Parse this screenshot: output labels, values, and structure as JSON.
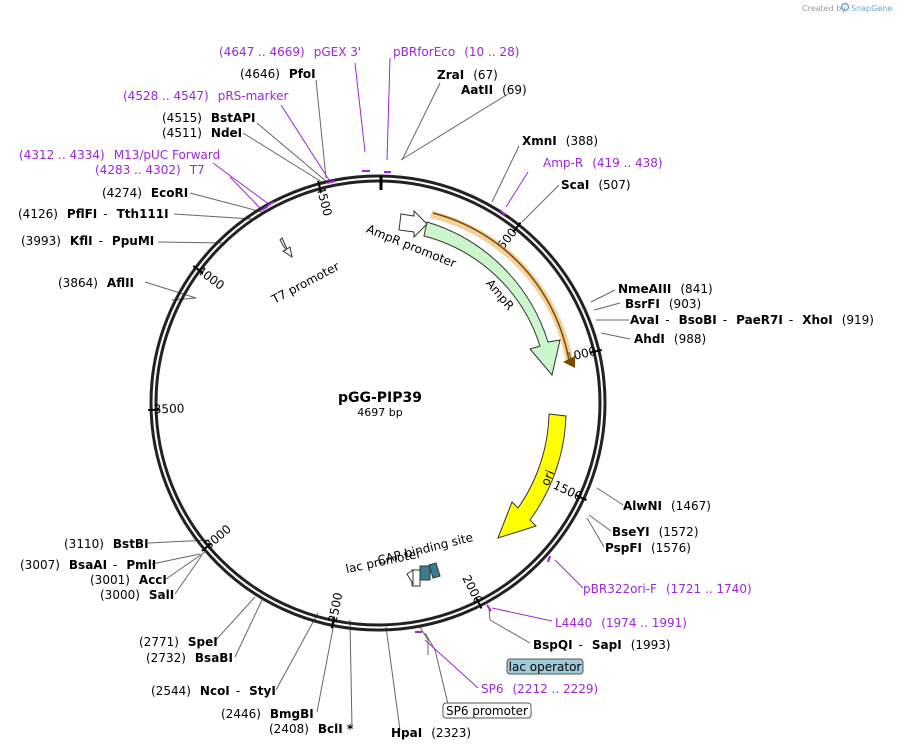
{
  "watermark": {
    "prefix": "Created by",
    "brand": "SnapGene"
  },
  "plasmid": {
    "name": "pGG-PIP39",
    "length_label": "4697 bp",
    "length": 4697
  },
  "ticks": [
    "500",
    "1000",
    "1500",
    "2000",
    "2500",
    "3000",
    "3500",
    "4000",
    "4500"
  ],
  "enzyme_rows": [
    {
      "id": "pfoi",
      "parts": [
        {
          "k": "s",
          "t": "(4646)"
        },
        {
          "k": "e",
          "t": "PfoI"
        }
      ]
    },
    {
      "id": "zrai",
      "parts": [
        {
          "k": "e",
          "t": "ZraI"
        },
        {
          "k": "s",
          "t": "(67)"
        }
      ]
    },
    {
      "id": "aatii",
      "parts": [
        {
          "k": "e",
          "t": "AatII"
        },
        {
          "k": "s",
          "t": "(69)"
        }
      ]
    },
    {
      "id": "bstapi",
      "parts": [
        {
          "k": "s",
          "t": "(4515)"
        },
        {
          "k": "e",
          "t": "BstAPI"
        }
      ]
    },
    {
      "id": "ndei",
      "parts": [
        {
          "k": "s",
          "t": "(4511)"
        },
        {
          "k": "e",
          "t": "NdeI"
        }
      ]
    },
    {
      "id": "xmni",
      "parts": [
        {
          "k": "e",
          "t": "XmnI"
        },
        {
          "k": "s",
          "t": "(388)"
        }
      ]
    },
    {
      "id": "scai",
      "parts": [
        {
          "k": "e",
          "t": "ScaI"
        },
        {
          "k": "s",
          "t": "(507)"
        }
      ]
    },
    {
      "id": "ecori",
      "parts": [
        {
          "k": "s",
          "t": "(4274)"
        },
        {
          "k": "e",
          "t": "EcoRI"
        }
      ]
    },
    {
      "id": "pflfi",
      "parts": [
        {
          "k": "s",
          "t": "(4126)"
        },
        {
          "k": "e",
          "t": "PflFI"
        },
        {
          "k": "s",
          "t": "-"
        },
        {
          "k": "e",
          "t": "Tth111I"
        }
      ]
    },
    {
      "id": "kfli",
      "parts": [
        {
          "k": "s",
          "t": "(3993)"
        },
        {
          "k": "e",
          "t": "KflI"
        },
        {
          "k": "s",
          "t": "-"
        },
        {
          "k": "e",
          "t": "PpuMI"
        }
      ]
    },
    {
      "id": "aflii",
      "parts": [
        {
          "k": "s",
          "t": "(3864)"
        },
        {
          "k": "e",
          "t": "AflII"
        }
      ]
    },
    {
      "id": "nmeaiii",
      "parts": [
        {
          "k": "e",
          "t": "NmeAIII"
        },
        {
          "k": "s",
          "t": "(841)"
        }
      ]
    },
    {
      "id": "bsrfi",
      "parts": [
        {
          "k": "e",
          "t": "BsrFI"
        },
        {
          "k": "s",
          "t": "(903)"
        }
      ]
    },
    {
      "id": "avai",
      "parts": [
        {
          "k": "e",
          "t": "AvaI"
        },
        {
          "k": "s",
          "t": "-"
        },
        {
          "k": "e",
          "t": "BsoBI"
        },
        {
          "k": "s",
          "t": "-"
        },
        {
          "k": "e",
          "t": "PaeR7I"
        },
        {
          "k": "s",
          "t": "-"
        },
        {
          "k": "e",
          "t": "XhoI"
        },
        {
          "k": "s",
          "t": "(919)"
        }
      ]
    },
    {
      "id": "ahdi",
      "parts": [
        {
          "k": "e",
          "t": "AhdI"
        },
        {
          "k": "s",
          "t": "(988)"
        }
      ]
    },
    {
      "id": "alwni",
      "parts": [
        {
          "k": "e",
          "t": "AlwNI"
        },
        {
          "k": "s",
          "t": "(1467)"
        }
      ]
    },
    {
      "id": "bseyi",
      "parts": [
        {
          "k": "e",
          "t": "BseYI"
        },
        {
          "k": "s",
          "t": "(1572)"
        }
      ]
    },
    {
      "id": "pspfi",
      "parts": [
        {
          "k": "e",
          "t": "PspFI"
        },
        {
          "k": "s",
          "t": "(1576)"
        }
      ]
    },
    {
      "id": "bstbi",
      "parts": [
        {
          "k": "s",
          "t": "(3110)"
        },
        {
          "k": "e",
          "t": "BstBI"
        }
      ]
    },
    {
      "id": "bsaai",
      "parts": [
        {
          "k": "s",
          "t": "(3007)"
        },
        {
          "k": "e",
          "t": "BsaAI"
        },
        {
          "k": "s",
          "t": "-"
        },
        {
          "k": "e",
          "t": "PmlI"
        }
      ]
    },
    {
      "id": "acci",
      "parts": [
        {
          "k": "s",
          "t": "(3001)"
        },
        {
          "k": "e",
          "t": "AccI"
        }
      ]
    },
    {
      "id": "sali",
      "parts": [
        {
          "k": "s",
          "t": "(3000)"
        },
        {
          "k": "e",
          "t": "SalI"
        }
      ]
    },
    {
      "id": "bspqi",
      "parts": [
        {
          "k": "e",
          "t": "BspQI"
        },
        {
          "k": "s",
          "t": "-"
        },
        {
          "k": "e",
          "t": "SapI"
        },
        {
          "k": "s",
          "t": "(1993)"
        }
      ]
    },
    {
      "id": "spei",
      "parts": [
        {
          "k": "s",
          "t": "(2771)"
        },
        {
          "k": "e",
          "t": "SpeI"
        }
      ]
    },
    {
      "id": "bsabi",
      "parts": [
        {
          "k": "s",
          "t": "(2732)"
        },
        {
          "k": "e",
          "t": "BsaBI"
        }
      ]
    },
    {
      "id": "ncoi",
      "parts": [
        {
          "k": "s",
          "t": "(2544)"
        },
        {
          "k": "e",
          "t": "NcoI"
        },
        {
          "k": "s",
          "t": "-"
        },
        {
          "k": "e",
          "t": "StyI"
        }
      ]
    },
    {
      "id": "bmgbi",
      "parts": [
        {
          "k": "s",
          "t": "(2446)"
        },
        {
          "k": "e",
          "t": "BmgBI"
        }
      ]
    },
    {
      "id": "bcli",
      "parts": [
        {
          "k": "s",
          "t": "(2408)"
        },
        {
          "k": "e",
          "t": "BclI *"
        }
      ]
    },
    {
      "id": "hpai",
      "parts": [
        {
          "k": "e",
          "t": "HpaI"
        },
        {
          "k": "s",
          "t": "(2323)"
        }
      ]
    }
  ],
  "primer_rows": [
    {
      "id": "pgex3",
      "parts": [
        {
          "k": "p",
          "t": "(4647 .. 4669)"
        },
        {
          "k": "p",
          "t": "pGEX 3'"
        }
      ]
    },
    {
      "id": "pbrforeco",
      "parts": [
        {
          "k": "p",
          "t": "pBRforEco"
        },
        {
          "k": "p",
          "t": "(10 .. 28)"
        }
      ]
    },
    {
      "id": "prsmarker",
      "parts": [
        {
          "k": "p",
          "t": "(4528 .. 4547)"
        },
        {
          "k": "p",
          "t": "pRS-marker"
        }
      ]
    },
    {
      "id": "ampr-primer",
      "parts": [
        {
          "k": "p",
          "t": "Amp-R"
        },
        {
          "k": "p",
          "t": "(419 .. 438)"
        }
      ]
    },
    {
      "id": "m13puc",
      "parts": [
        {
          "k": "p",
          "t": "(4312 .. 4334)"
        },
        {
          "k": "p",
          "t": "M13/pUC Forward"
        }
      ]
    },
    {
      "id": "t7",
      "parts": [
        {
          "k": "p",
          "t": "(4283 .. 4302)"
        },
        {
          "k": "p",
          "t": "T7"
        }
      ]
    },
    {
      "id": "pbr322ori",
      "parts": [
        {
          "k": "p",
          "t": "pBR322ori-F"
        },
        {
          "k": "p",
          "t": "(1721 .. 1740)"
        }
      ]
    },
    {
      "id": "l4440",
      "parts": [
        {
          "k": "p",
          "t": "L4440"
        },
        {
          "k": "p",
          "t": "(1974 .. 1991)"
        }
      ]
    },
    {
      "id": "sp6",
      "parts": [
        {
          "k": "p",
          "t": "SP6"
        },
        {
          "k": "p",
          "t": "(2212 .. 2229)"
        }
      ]
    }
  ],
  "boxed_labels": {
    "lac_operator": "lac operator",
    "sp6_promoter": "SP6 promoter"
  },
  "feature_labels": {
    "ampr_promoter": "AmpR promoter",
    "ampr": "AmpR",
    "ori": "ori",
    "t7_promoter": "T7 promoter",
    "cap_site": "CAP binding site",
    "lac_promoter": "lac promoter"
  },
  "colors": {
    "primer": "#9b27d6",
    "ampr_fill": "#ccf6cc",
    "ori_fill": "#ffff00",
    "orf_outline": "#e7a43c",
    "lac_operator_fill": "#9dcbd8",
    "backbone": "#000000"
  }
}
